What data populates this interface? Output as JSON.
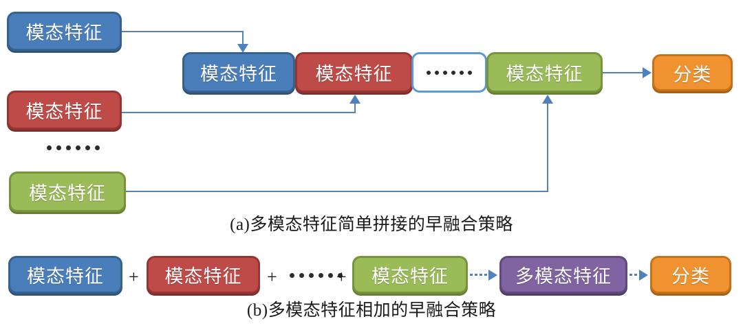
{
  "figure": {
    "panels": [
      {
        "id": "a",
        "caption": "(a)多模态特征简单拼接的早融合策略",
        "sources": [
          {
            "label": "模态特征",
            "color": "#4a7ebb"
          },
          {
            "label": "模态特征",
            "color": "#bf4b48"
          },
          {
            "label": "模态特征",
            "color": "#9bbb59"
          }
        ],
        "source_ellipsis": "••••••",
        "concat_chain": [
          {
            "label": "模态特征",
            "color": "#4a7ebb"
          },
          {
            "label": "模态特征",
            "color": "#bf4b48"
          },
          {
            "label": "",
            "color": "#ffffff",
            "is_ellipsis": true
          },
          {
            "label": "模态特征",
            "color": "#9bbb59"
          }
        ],
        "output": {
          "label": "分类",
          "color": "#f0922f"
        }
      },
      {
        "id": "b",
        "caption": "(b)多模态特征相加的早融合策略",
        "addends": [
          {
            "label": "模态特征",
            "color": "#4a7ebb"
          },
          {
            "label": "模态特征",
            "color": "#bf4b48"
          },
          {
            "label": "模态特征",
            "color": "#9bbb59"
          }
        ],
        "operator": "+",
        "addend_ellipsis": "••••••",
        "fused": {
          "label": "多模态特征",
          "color": "#8064a2"
        },
        "output": {
          "label": "分类",
          "color": "#f0922f"
        }
      }
    ],
    "accent": {
      "connector": "#4f81bd",
      "text": "#ffffff",
      "caption_text": "#1a1a1a"
    }
  }
}
